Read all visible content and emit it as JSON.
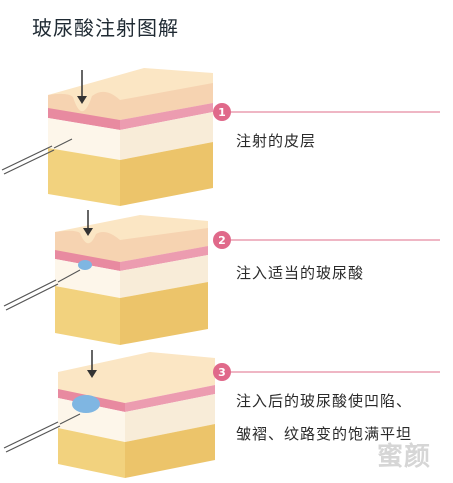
{
  "title": "玻尿酸注射图解",
  "steps": [
    {
      "number": "1",
      "label_lines": [
        "注射的皮层"
      ]
    },
    {
      "number": "2",
      "label_lines": [
        "注入适当的玻尿酸"
      ]
    },
    {
      "number": "3",
      "label_lines": [
        "注入后的玻尿酸使凹陷、",
        "皱褶、纹路变的饱满平坦"
      ]
    }
  ],
  "watermark": "蜜颜",
  "colors": {
    "accent": "#e0698a",
    "skin_top": "#fbe6c4",
    "dermis": "#fdf6ea",
    "fat": "#f2d27e",
    "filler": "#7fb6e2",
    "line": "#e58aa0"
  }
}
